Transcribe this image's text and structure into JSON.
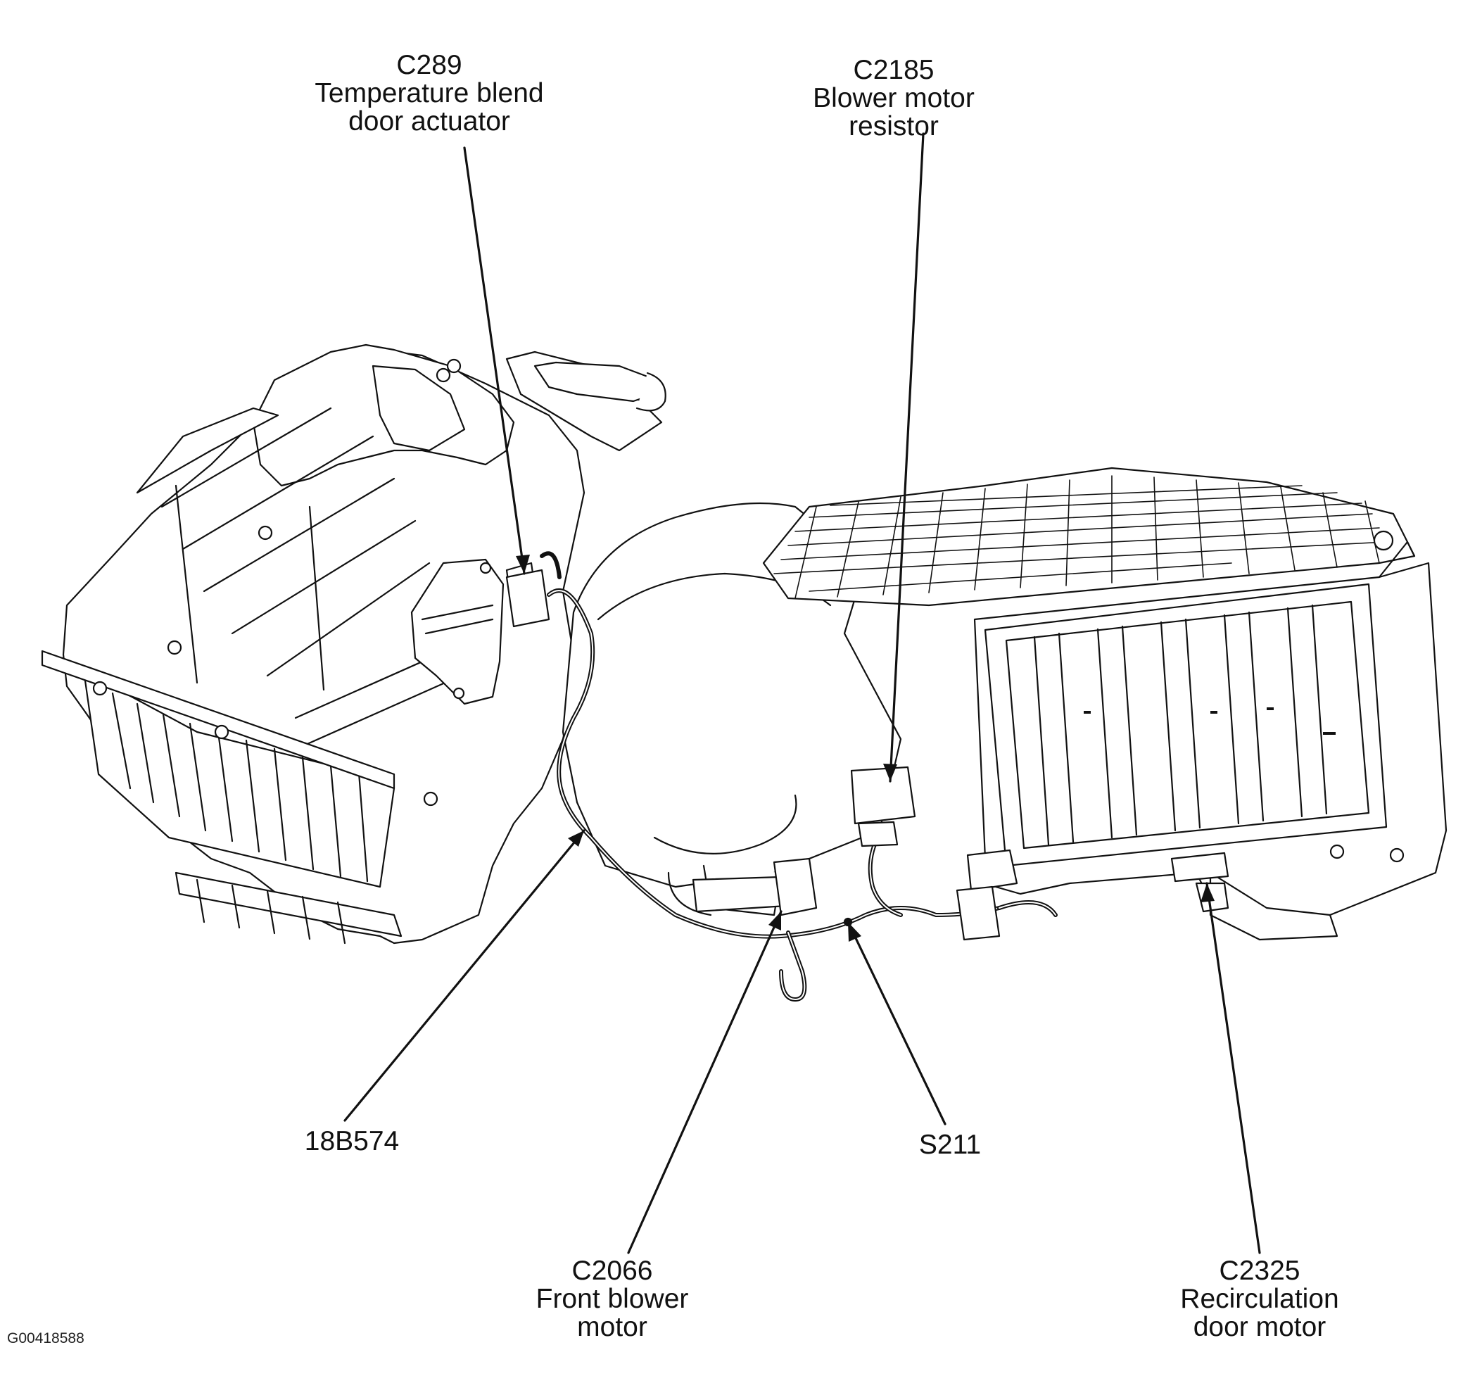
{
  "figure_id": "G00418588",
  "callouts": {
    "c289": {
      "code": "C289",
      "line1": "Temperature blend",
      "line2": "door actuator"
    },
    "c2185": {
      "code": "C2185",
      "line1": "Blower motor",
      "line2": "resistor"
    },
    "harness": {
      "code": "18B574"
    },
    "s211": {
      "code": "S211"
    },
    "c2066": {
      "code": "C2066",
      "line1": "Front blower",
      "line2": "motor"
    },
    "c2325": {
      "code": "C2325",
      "line1": "Recirculation",
      "line2": "door motor"
    }
  },
  "colors": {
    "ink": "#111111",
    "paper": "#ffffff"
  }
}
